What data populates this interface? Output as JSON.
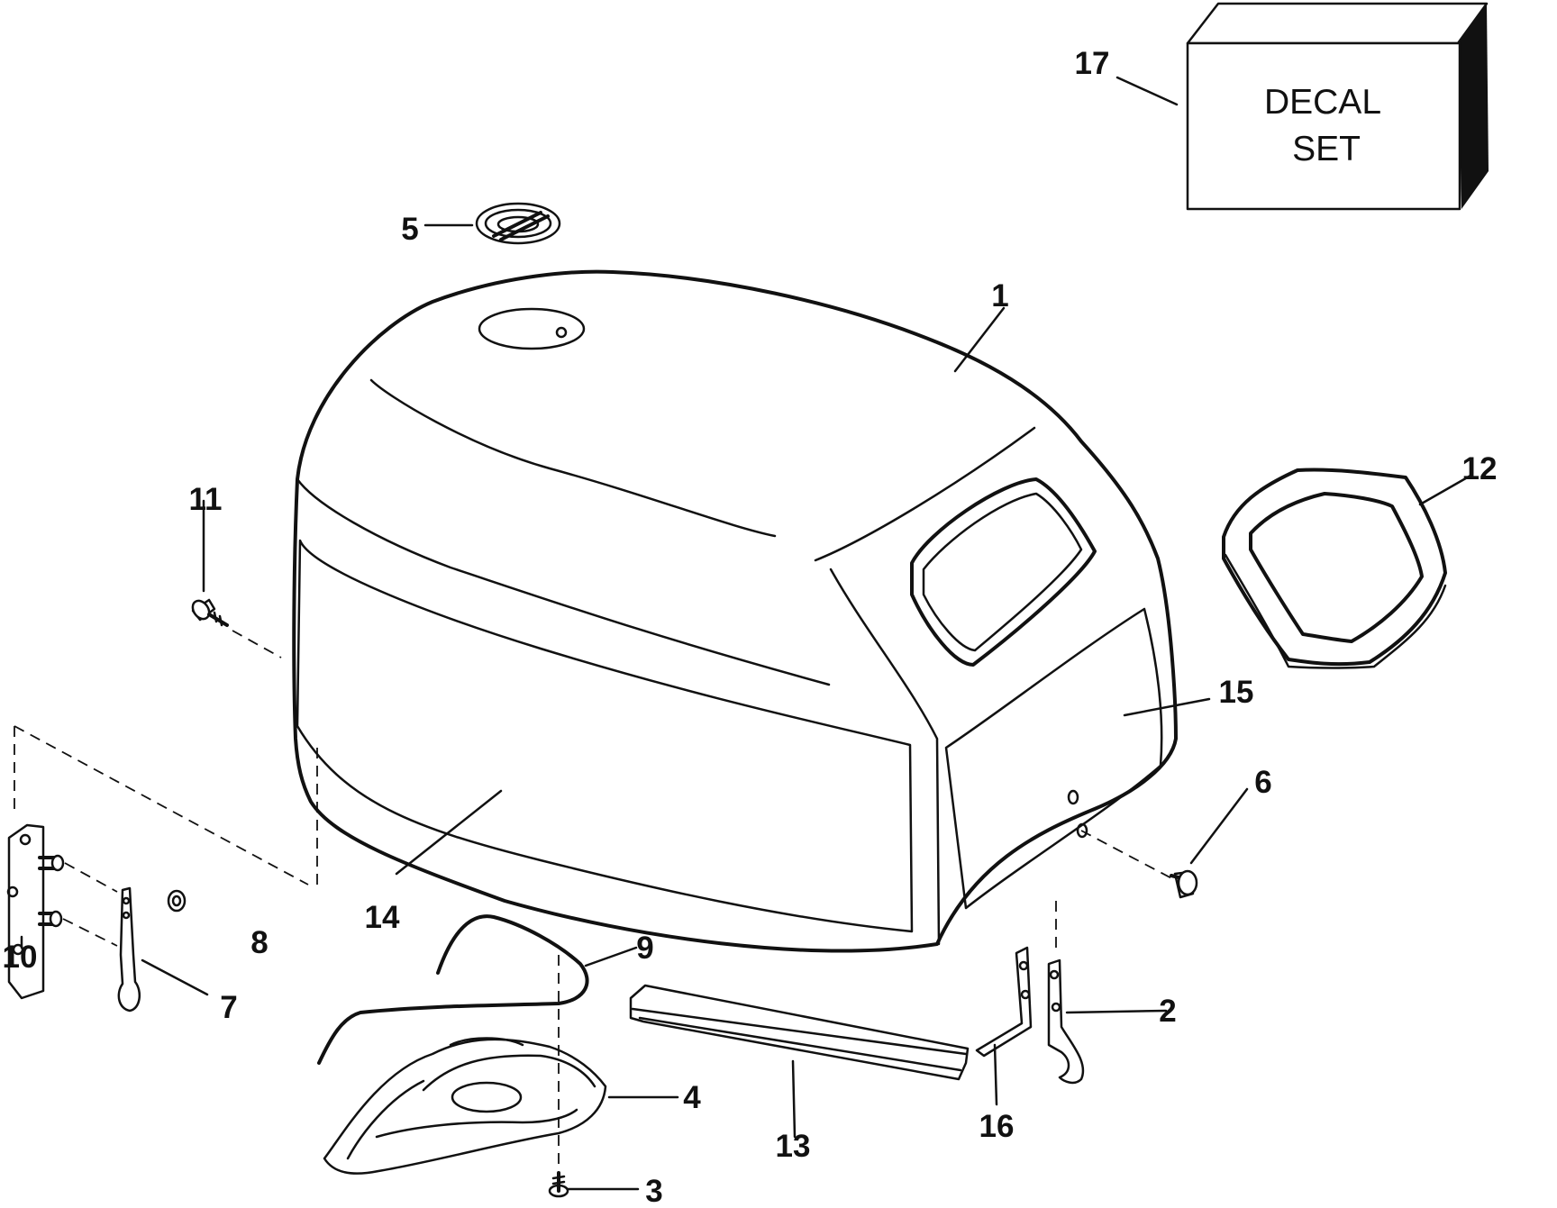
{
  "decal_box": {
    "line1": "DECAL",
    "line2": "SET"
  },
  "callouts": [
    {
      "key": "c1",
      "label": "1"
    },
    {
      "key": "c2",
      "label": "2"
    },
    {
      "key": "c3",
      "label": "3"
    },
    {
      "key": "c4",
      "label": "4"
    },
    {
      "key": "c5",
      "label": "5"
    },
    {
      "key": "c6",
      "label": "6"
    },
    {
      "key": "c7",
      "label": "7"
    },
    {
      "key": "c8",
      "label": "8"
    },
    {
      "key": "c9",
      "label": "9"
    },
    {
      "key": "c10",
      "label": "10"
    },
    {
      "key": "c11",
      "label": "11"
    },
    {
      "key": "c12",
      "label": "12"
    },
    {
      "key": "c13",
      "label": "13"
    },
    {
      "key": "c14",
      "label": "14"
    },
    {
      "key": "c15",
      "label": "15"
    },
    {
      "key": "c16",
      "label": "16"
    },
    {
      "key": "c17",
      "label": "17"
    }
  ]
}
